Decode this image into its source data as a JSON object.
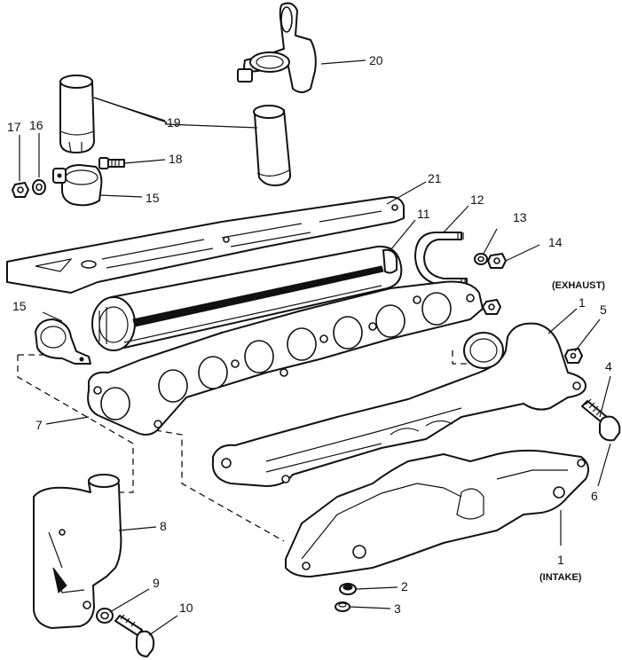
{
  "callouts": {
    "c1_exhaust": "1",
    "c1_intake": "1",
    "c2": "2",
    "c3": "3",
    "c4": "4",
    "c5": "5",
    "c6": "6",
    "c7": "7",
    "c8": "8",
    "c9": "9",
    "c10": "10",
    "c11": "11",
    "c12": "12",
    "c13": "13",
    "c14": "14",
    "c15_top": "15",
    "c15_left": "15",
    "c16": "16",
    "c17": "17",
    "c18": "18",
    "c19": "19",
    "c20": "20",
    "c21": "21"
  },
  "labels": {
    "exhaust": "(EXHAUST)",
    "intake": "(INTAKE)"
  }
}
